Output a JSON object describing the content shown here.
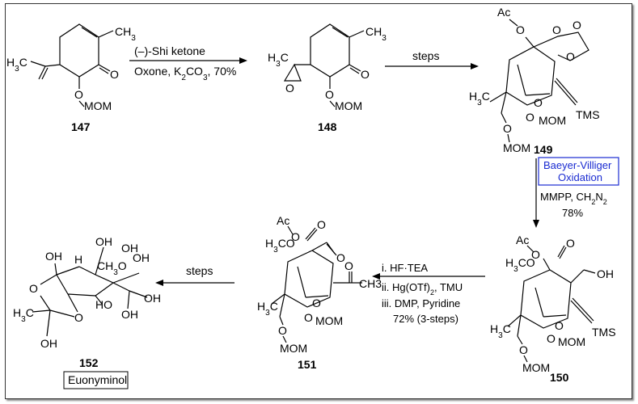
{
  "compounds": {
    "c147": "147",
    "c148": "148",
    "c149": "149",
    "c150": "150",
    "c151": "151",
    "c152": "152"
  },
  "atoms": {
    "ch3": "CH3",
    "h3c": "H3C",
    "o": "O",
    "omom": "OMOM",
    "mom": "MOM",
    "ac": "Ac",
    "tms": "TMS",
    "oh": "OH",
    "h": "H"
  },
  "steps": {
    "s1_line1": "(–)-Shi ketone",
    "s1_line2": "Oxone, K2CO3, 70%",
    "s2": "steps",
    "s3_box_line1": "Baeyer-Villiger",
    "s3_box_line2": "Oxidation",
    "s3_line1": "MMPP, CH2N2",
    "s3_line2": "78%",
    "s4_line1": "i. HF·TEA",
    "s4_line2": "ii. Hg(OTf)2, TMU",
    "s4_line3": "iii. DMP, Pyridine",
    "s4_line4": "72% (3-steps)",
    "s5": "steps"
  },
  "product_name": "Euonyminol"
}
